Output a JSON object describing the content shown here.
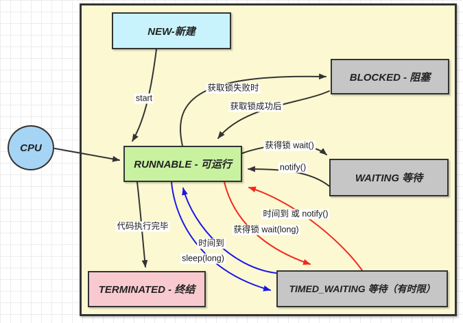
{
  "diagram": {
    "kind": "state-diagram",
    "colors": {
      "panel_bg": "#fbf8d2",
      "new_bg": "#c9f3fc",
      "runnable_bg": "#c8f1a0",
      "blocked_bg": "#c6c6c6",
      "waiting_bg": "#c6c6c6",
      "timed_waiting_bg": "#c6c6c6",
      "terminated_bg": "#f8cacf",
      "cpu_bg": "#a6d4f4",
      "border": "#333333",
      "edge_black": "#333333",
      "edge_blue": "#1a16e8",
      "edge_red": "#f2281c",
      "grid_line": "#ececec"
    },
    "nodes": [
      {
        "id": "cpu",
        "label": "CPU"
      },
      {
        "id": "new",
        "label": "NEW-新建"
      },
      {
        "id": "blocked",
        "label": "BLOCKED - 阻塞"
      },
      {
        "id": "runnable",
        "label": "RUNNABLE - 可运行"
      },
      {
        "id": "waiting",
        "label": "WAITING 等待"
      },
      {
        "id": "timed_waiting",
        "label": "TIMED_WAITING 等待（有时限）"
      },
      {
        "id": "terminated",
        "label": "TERMINATED - 终结"
      }
    ],
    "edges": [
      {
        "id": "cpu-runnable",
        "from": "CPU",
        "to": "RUNNABLE",
        "label": "",
        "color": "#333333"
      },
      {
        "id": "start",
        "from": "NEW",
        "to": "RUNNABLE",
        "label": "start",
        "color": "#333333"
      },
      {
        "id": "lock-fail",
        "from": "RUNNABLE",
        "to": "BLOCKED",
        "label": "获取锁失败时",
        "color": "#333333"
      },
      {
        "id": "lock-success",
        "from": "BLOCKED",
        "to": "RUNNABLE",
        "label": "获取锁成功后",
        "color": "#333333"
      },
      {
        "id": "wait",
        "from": "RUNNABLE",
        "to": "WAITING",
        "label": "获得锁 wait()",
        "color": "#333333"
      },
      {
        "id": "notify",
        "from": "WAITING",
        "to": "RUNNABLE",
        "label": "notify()",
        "color": "#333333"
      },
      {
        "id": "code-done",
        "from": "RUNNABLE",
        "to": "TERMINATED",
        "label": "代码执行完毕",
        "color": "#333333"
      },
      {
        "id": "sleep-long",
        "from": "RUNNABLE",
        "to": "TIMED_WAITING",
        "label": "sleep(long)",
        "color": "#1a16e8"
      },
      {
        "id": "time-up",
        "from": "TIMED_WAITING",
        "to": "RUNNABLE",
        "label": "时间到",
        "color": "#1a16e8"
      },
      {
        "id": "wait-long",
        "from": "RUNNABLE",
        "to": "TIMED_WAITING",
        "label": "获得锁 wait(long)",
        "color": "#f2281c"
      },
      {
        "id": "time-or-notify",
        "from": "TIMED_WAITING",
        "to": "RUNNABLE",
        "label": "时间到 或 notify()",
        "color": "#f2281c"
      }
    ]
  }
}
